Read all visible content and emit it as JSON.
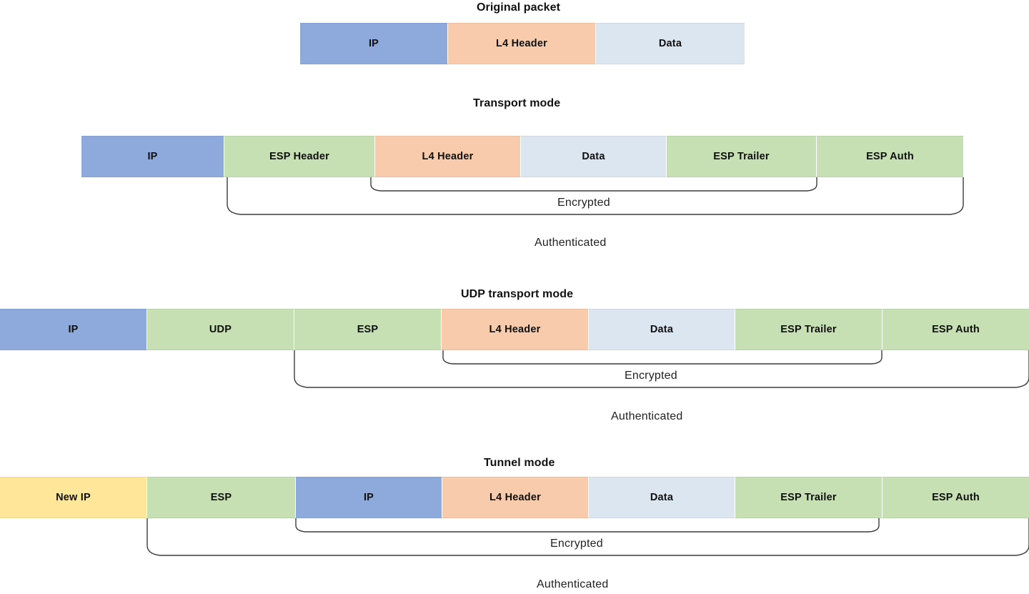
{
  "diagram": {
    "title_original": "Original packet",
    "title_transport": "Transport mode",
    "title_udp": "UDP transport mode",
    "title_tunnel": "Tunnel mode",
    "label_encrypted": "Encrypted",
    "label_authenticated": "Authenticated",
    "colors": {
      "ip": "#8EA9DB",
      "l4_header": "#F8CBAD",
      "data": "#DCE6F1",
      "esp": "#C6E0B4",
      "new_ip": "#FFE699",
      "brace_stroke": "#3b3b3b",
      "background": "#ffffff"
    }
  },
  "rows": {
    "original": {
      "title": "Original packet",
      "fields": [
        {
          "label": "IP",
          "color": "#8EA9DB"
        },
        {
          "label": "L4 Header",
          "color": "#F8CBAD"
        },
        {
          "label": "Data",
          "color": "#DCE6F1"
        }
      ]
    },
    "transport": {
      "title": "Transport mode",
      "fields": [
        {
          "label": "IP",
          "color": "#8EA9DB"
        },
        {
          "label": "ESP Header",
          "color": "#C6E0B4"
        },
        {
          "label": "L4 Header",
          "color": "#F8CBAD"
        },
        {
          "label": "Data",
          "color": "#DCE6F1"
        },
        {
          "label": "ESP Trailer",
          "color": "#C6E0B4"
        },
        {
          "label": "ESP Auth",
          "color": "#C6E0B4"
        }
      ],
      "encrypted_label": "Encrypted",
      "authenticated_label": "Authenticated"
    },
    "udp": {
      "title": "UDP transport mode",
      "fields": [
        {
          "label": "IP",
          "color": "#8EA9DB"
        },
        {
          "label": "UDP",
          "color": "#C6E0B4"
        },
        {
          "label": "ESP",
          "color": "#C6E0B4"
        },
        {
          "label": "L4 Header",
          "color": "#F8CBAD"
        },
        {
          "label": "Data",
          "color": "#DCE6F1"
        },
        {
          "label": "ESP Trailer",
          "color": "#C6E0B4"
        },
        {
          "label": "ESP Auth",
          "color": "#C6E0B4"
        }
      ],
      "encrypted_label": "Encrypted",
      "authenticated_label": "Authenticated"
    },
    "tunnel": {
      "title": "Tunnel mode",
      "fields": [
        {
          "label": "New IP",
          "color": "#FFE699"
        },
        {
          "label": "ESP",
          "color": "#C6E0B4"
        },
        {
          "label": "IP",
          "color": "#8EA9DB"
        },
        {
          "label": "L4 Header",
          "color": "#F8CBAD"
        },
        {
          "label": "Data",
          "color": "#DCE6F1"
        },
        {
          "label": "ESP Trailer",
          "color": "#C6E0B4"
        },
        {
          "label": "ESP Auth",
          "color": "#C6E0B4"
        }
      ],
      "encrypted_label": "Encrypted",
      "authenticated_label": "Authenticated"
    }
  }
}
